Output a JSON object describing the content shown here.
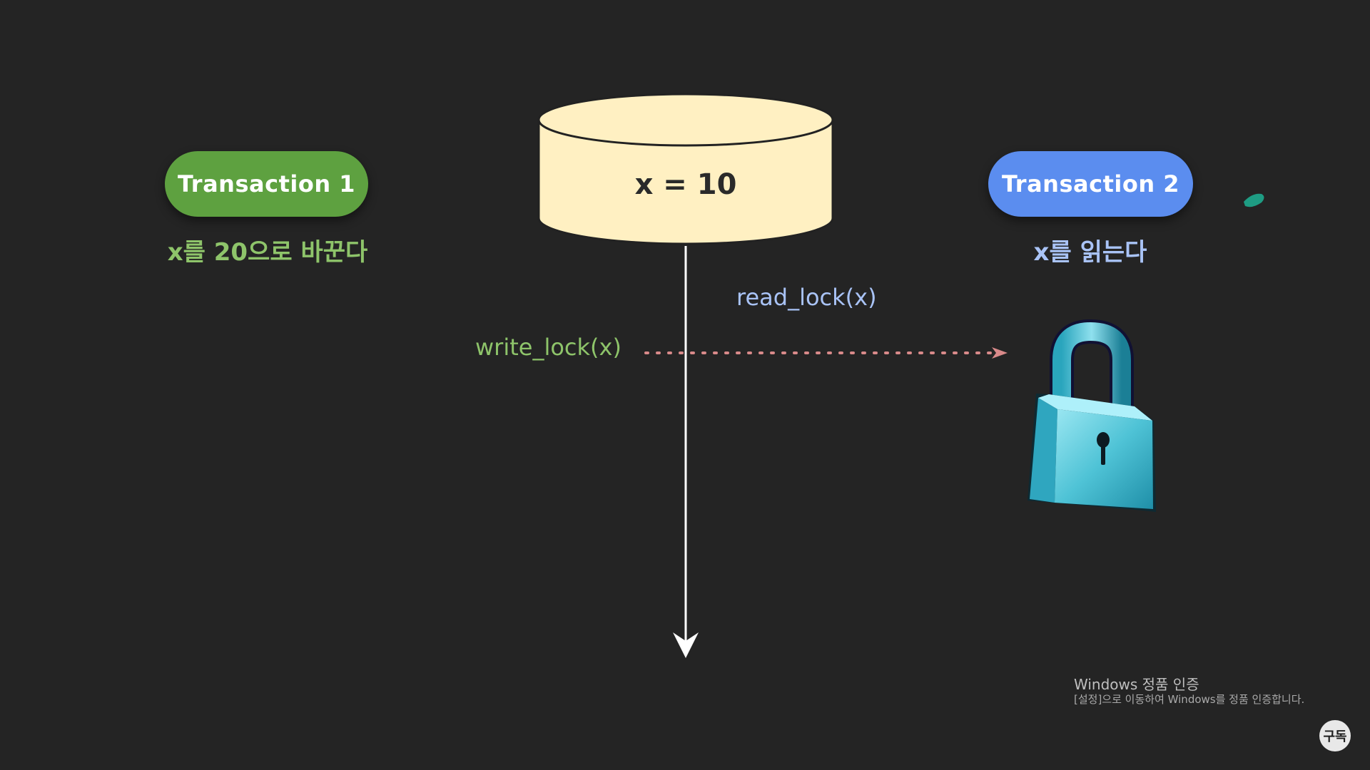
{
  "database": {
    "value_label": "x = 10"
  },
  "transaction1": {
    "label": "Transaction 1",
    "action": "x를 20으로 바꾼다"
  },
  "transaction2": {
    "label": "Transaction 2",
    "action": "x를 읽는다"
  },
  "locks": {
    "write": "write_lock(x)",
    "read": "read_lock(x)"
  },
  "watermark": {
    "title": "Windows 정품 인증",
    "subtitle": "[설정]으로 이동하여 Windows를 정품 인증합니다."
  },
  "subscribe_badge": "구독",
  "colors": {
    "background": "#242424",
    "transaction1": "#5ea140",
    "transaction2": "#5b8def",
    "database": "#fff0c2",
    "dotted_arrow": "#d98a8a",
    "lock_body": "#4fc3d6"
  },
  "icons": [
    "database-icon",
    "padlock-icon",
    "dotted-arrow-icon",
    "pen-mark-icon"
  ]
}
